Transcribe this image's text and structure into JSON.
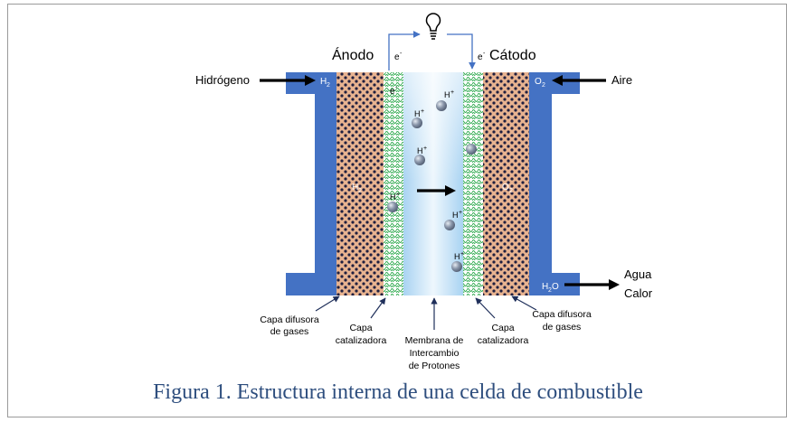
{
  "labels": {
    "anode": "Ánodo",
    "cathode": "Cátodo",
    "hydrogen": "Hidrógeno",
    "air": "Aire",
    "water": "Agua",
    "heat": "Calor",
    "electron": "e",
    "electron_sup": "-",
    "h2": "H",
    "h2_sub": "2",
    "o2": "O",
    "o2_sub": "2",
    "h2o_main": "H",
    "h2o_sub": "2",
    "h2o_end": "O",
    "proton": "H",
    "proton_sup": "+"
  },
  "callouts": {
    "gdl_left_1": "Capa difusora",
    "gdl_left_2": "de gases",
    "cat_left_1": "Capa",
    "cat_left_2": "catalizadora",
    "membrane_1": "Membrana de",
    "membrane_2": "Intercambio",
    "membrane_3": "de Protones",
    "cat_right_1": "Capa",
    "cat_right_2": "catalizadora",
    "gdl_right_1": "Capa difusora",
    "gdl_right_2": "de gases"
  },
  "caption": "Figura 1.  Estructura interna de una celda de combustible",
  "colors": {
    "plate": "#4472c4",
    "gdl_base": "#e8b390",
    "gdl_dot": "#1f1f3f",
    "catalyst": "#2aa84a",
    "membrane_edge": "#a9d3f2",
    "membrane_center": "#eef7fd",
    "proton_ball": "#7c8aa0",
    "caption": "#2e4e7e"
  },
  "icons": [
    "light-bulb-icon"
  ]
}
